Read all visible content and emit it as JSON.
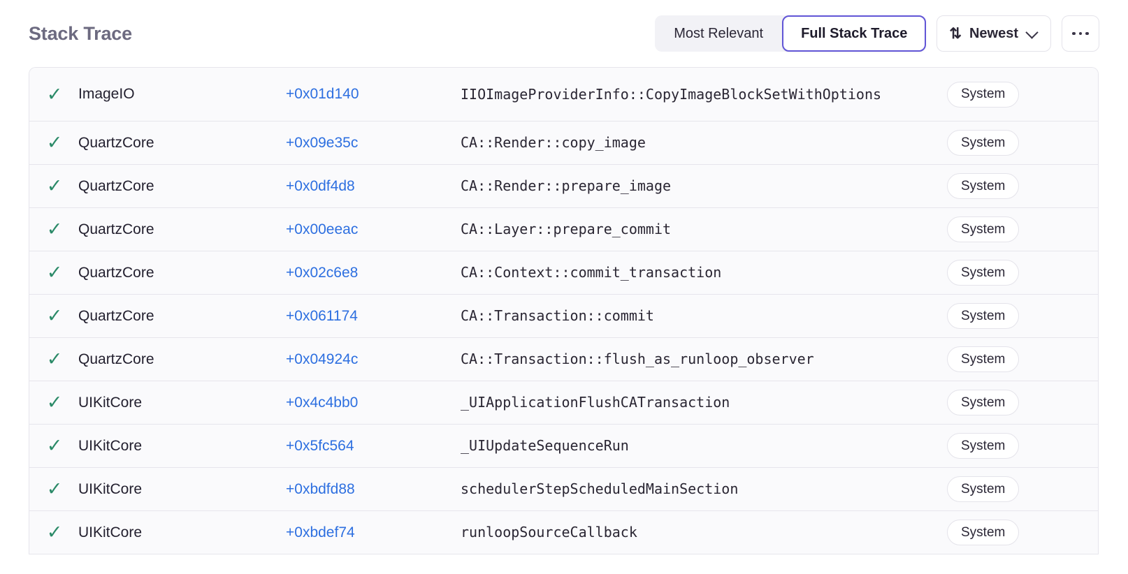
{
  "header": {
    "title": "Stack Trace",
    "segmented": {
      "options": [
        {
          "label": "Most Relevant",
          "active": false
        },
        {
          "label": "Full Stack Trace",
          "active": true
        }
      ]
    },
    "sort": {
      "icon": "sort-arrows-icon",
      "label": "Newest",
      "chevron": "chevron-down-icon"
    },
    "more": {
      "label": "more-options-icon"
    }
  },
  "colors": {
    "accent_purple": "#6155d6",
    "link_blue": "#2d6fe0",
    "check_green": "#2b8a68",
    "title_gray": "#6c6a80",
    "row_bg": "#fafafc",
    "border": "#e6e5ec",
    "segment_bg": "#f2f2f6"
  },
  "table": {
    "check_glyph": "✓",
    "rows": [
      {
        "module": "ImageIO",
        "offset": "+0x01d140",
        "function": "IIOImageProviderInfo::CopyImageBlockSetWithOptions",
        "badge": "System"
      },
      {
        "module": "QuartzCore",
        "offset": "+0x09e35c",
        "function": "CA::Render::copy_image",
        "badge": "System"
      },
      {
        "module": "QuartzCore",
        "offset": "+0x0df4d8",
        "function": "CA::Render::prepare_image",
        "badge": "System"
      },
      {
        "module": "QuartzCore",
        "offset": "+0x00eeac",
        "function": "CA::Layer::prepare_commit",
        "badge": "System"
      },
      {
        "module": "QuartzCore",
        "offset": "+0x02c6e8",
        "function": "CA::Context::commit_transaction",
        "badge": "System"
      },
      {
        "module": "QuartzCore",
        "offset": "+0x061174",
        "function": "CA::Transaction::commit",
        "badge": "System"
      },
      {
        "module": "QuartzCore",
        "offset": "+0x04924c",
        "function": "CA::Transaction::flush_as_runloop_observer",
        "badge": "System"
      },
      {
        "module": "UIKitCore",
        "offset": "+0x4c4bb0",
        "function": "_UIApplicationFlushCATransaction",
        "badge": "System"
      },
      {
        "module": "UIKitCore",
        "offset": "+0x5fc564",
        "function": "_UIUpdateSequenceRun",
        "badge": "System"
      },
      {
        "module": "UIKitCore",
        "offset": "+0xbdfd88",
        "function": "schedulerStepScheduledMainSection",
        "badge": "System"
      },
      {
        "module": "UIKitCore",
        "offset": "+0xbdef74",
        "function": "runloopSourceCallback",
        "badge": "System"
      }
    ]
  }
}
